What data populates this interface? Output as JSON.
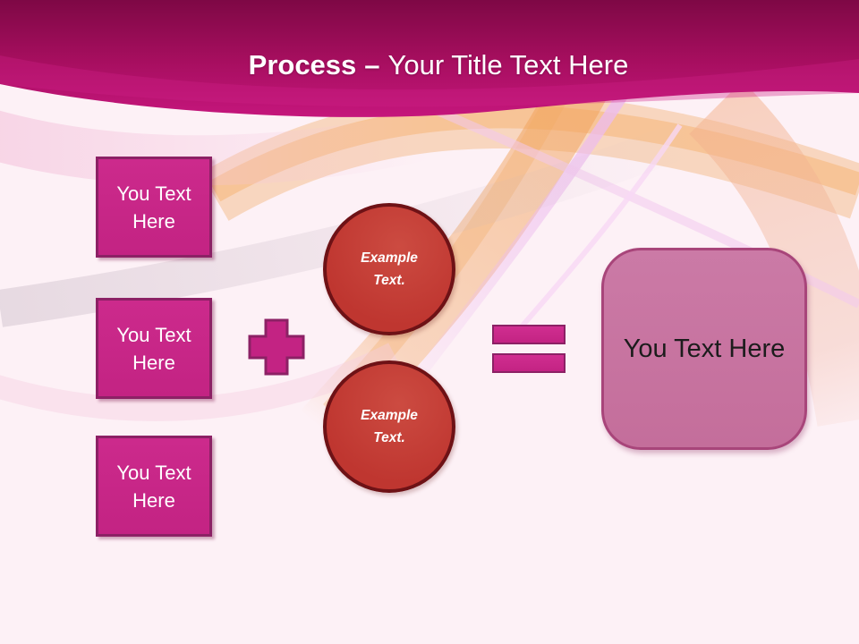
{
  "slide": {
    "title": {
      "bold": "Process",
      "separator": "–",
      "rest": "Your Title Text Here"
    },
    "left_boxes": [
      {
        "label": "You Text Here"
      },
      {
        "label": "You Text Here"
      },
      {
        "label": "You Text Here"
      }
    ],
    "circles": [
      {
        "label": "Example Text."
      },
      {
        "label": "Example Text."
      }
    ],
    "result_box": {
      "label": "You Text Here"
    },
    "icons": {
      "plus": "plus-shape",
      "equals": "equals-shape"
    },
    "colors": {
      "background": "#FDF1F6",
      "header_top": "#7E0845",
      "header_mid": "#A50E5E",
      "header_bottom": "#C5167C",
      "magenta_fill": "#C32383",
      "magenta_border": "#8C2165",
      "circle_fill": "#BF3630",
      "circle_border": "#6E1216",
      "result_fill": "#C46E9B",
      "result_border": "#A8457A",
      "swoosh_orange": "#F1A04F",
      "swoosh_lavender": "#EDBCEE"
    }
  }
}
